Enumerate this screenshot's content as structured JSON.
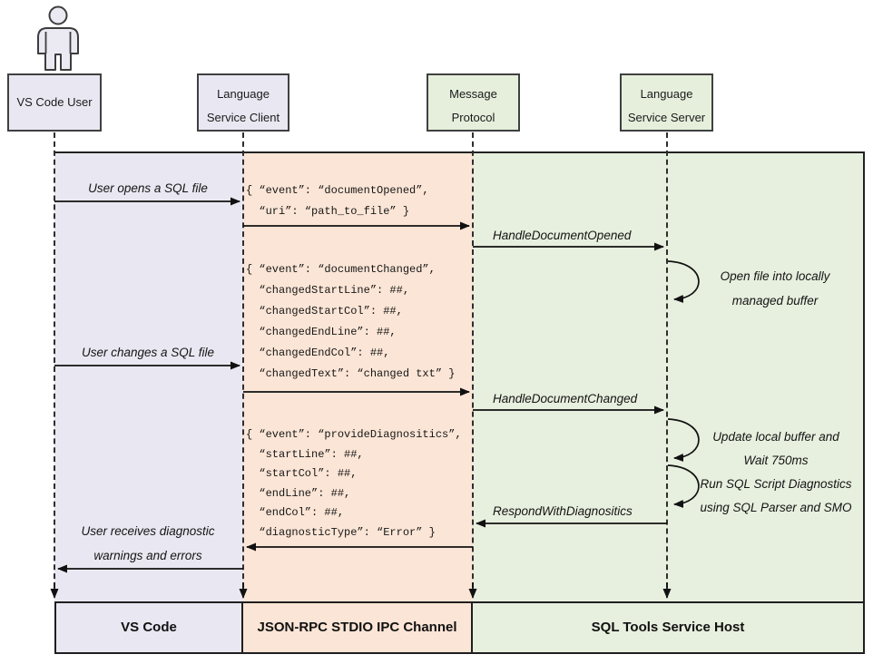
{
  "actors": {
    "user": {
      "line1": "VS Code User"
    },
    "client": {
      "line1": "Language",
      "line2": "Service Client"
    },
    "protocol": {
      "line1": "Message",
      "line2": "Protocol"
    },
    "server": {
      "line1": "Language",
      "line2": "Service Server"
    }
  },
  "messages": {
    "open_file": "User opens a SQL file",
    "change_file": "User changes a SQL file",
    "receive_line1": "User receives diagnostic",
    "receive_line2": "warnings and errors",
    "handle_opened": "HandleDocumentOpened",
    "handle_changed": "HandleDocumentChanged",
    "respond": "RespondWithDiagnositics"
  },
  "payloads": {
    "doc_opened": [
      "{ “event”: “documentOpened”,",
      "  “uri”: “path_to_file” }"
    ],
    "doc_changed": [
      "{ “event”: “documentChanged”,",
      "  “changedStartLine”: ##,",
      "  “changedStartCol”: ##,",
      "  “changedEndLine”: ##,",
      "  “changedEndCol”: ##,",
      "  “changedText”: “changed txt” }"
    ],
    "provide_diag": [
      "{ “event”: “provideDiagnositics”,",
      "  “startLine”: ##,",
      "  “startCol”: ##,",
      "  “endLine”: ##,",
      "  “endCol”: ##,",
      "  “diagnosticType”: “Error” }"
    ]
  },
  "notes": {
    "open_buffer_line1": "Open file into locally",
    "open_buffer_line2": "managed buffer",
    "update_line1": "Update local buffer and",
    "update_line2": "Wait 750ms",
    "run_line1": "Run SQL Script Diagnostics",
    "run_line2": "using SQL Parser and SMO"
  },
  "footers": {
    "vscode": "VS Code",
    "channel": "JSON-RPC STDIO IPC Channel",
    "host": "SQL Tools Service Host"
  },
  "colors": {
    "lavender": "#e9e8f2",
    "peach": "#fbe5d6",
    "green": "#e7efde",
    "line": "#1f1f1f"
  }
}
